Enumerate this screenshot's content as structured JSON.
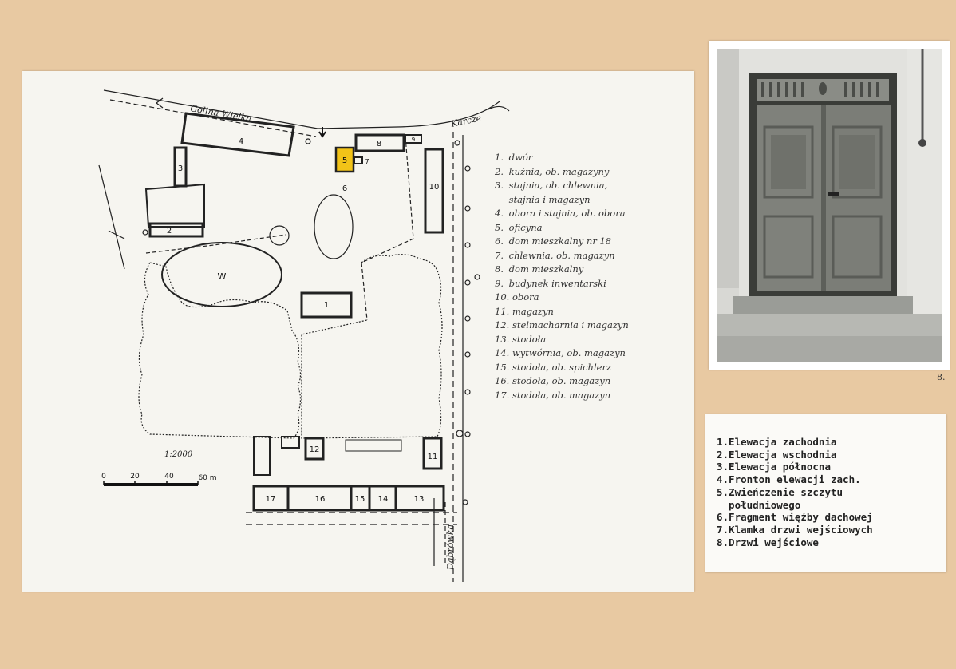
{
  "map": {
    "streets": {
      "golina": "Golina Wielka",
      "karcze": "Karcze",
      "dabrowka": "Dąbrówka"
    },
    "scale_ratio": "1:2000",
    "scale_ticks": [
      "0",
      "20",
      "40",
      "60 m"
    ],
    "building_labels": [
      "1",
      "2",
      "3",
      "4",
      "5",
      "6",
      "7",
      "8",
      "9",
      "10",
      "11",
      "12",
      "13",
      "14",
      "15",
      "16",
      "17",
      "W"
    ],
    "highlight_color": "#f2c318",
    "legend": [
      {
        "num": "1.",
        "text": "dwór"
      },
      {
        "num": "2.",
        "text": "kuźnia, ob. magazyny"
      },
      {
        "num": "3.",
        "text": "stajnia, ob. chlewnia,"
      },
      {
        "num": "",
        "text": "stajnia i magazyn"
      },
      {
        "num": "4.",
        "text": "obora i stajnia, ob. obora"
      },
      {
        "num": "5.",
        "text": "oficyna"
      },
      {
        "num": "6.",
        "text": "dom mieszkalny nr 18"
      },
      {
        "num": "7.",
        "text": "chlewnia, ob. magazyn"
      },
      {
        "num": "8.",
        "text": "dom mieszkalny"
      },
      {
        "num": "9.",
        "text": "budynek inwentarski"
      },
      {
        "num": "10.",
        "text": "obora"
      },
      {
        "num": "11.",
        "text": "magazyn"
      },
      {
        "num": "12.",
        "text": "stelmacharnia i magazyn"
      },
      {
        "num": "13.",
        "text": "stodoła"
      },
      {
        "num": "14.",
        "text": "wytwórnia, ob. magazyn"
      },
      {
        "num": "15.",
        "text": "stodoła, ob. spichlerz"
      },
      {
        "num": "16.",
        "text": "stodoła, ob. magazyn"
      },
      {
        "num": "17.",
        "text": "stodoła, ob. magazyn"
      }
    ]
  },
  "photo": {
    "corner_number": "8."
  },
  "caption": {
    "items": [
      "1.Elewacja zachodnia",
      "2.Elewacja wschodnia",
      "3.Elewacja północna",
      "4.Fronton elewacji zach.",
      "5.Zwieńczenie szczytu",
      "  południowego",
      "6.Fragment więźby dachowej",
      "7.Klamka drzwi wejściowych",
      "8.Drzwi wejściowe"
    ]
  }
}
